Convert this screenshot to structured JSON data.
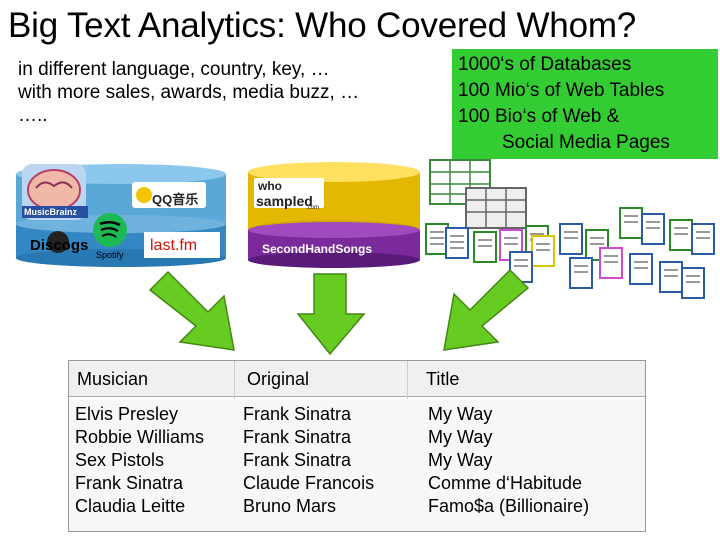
{
  "slide": {
    "title": "Big Text Analytics: Who Covered Whom?",
    "subtitle_lines": [
      "in different language, country, key, …",
      "with more sales, awards, media buzz, …",
      "….."
    ],
    "sources_box": {
      "lines": [
        "1000‘s of Databases",
        "100 Mio‘s of Web Tables",
        "100 Bio‘s of Web &",
        "Social Media Pages"
      ],
      "color": "#33cc33"
    },
    "logos": {
      "musicbrainz": "MusicBrainz",
      "qq": "QQ音乐",
      "spotify": "Spotify",
      "discogs": "Discogs",
      "lastfm": "last.fm",
      "whosampled_top": "who",
      "whosampled_bottom": "sampled",
      "whosampled_com": ".com",
      "secondhandsongs": "SecondHandSongs"
    },
    "arrow_color": "#66cc22",
    "table": {
      "headers": [
        "Musician",
        "Original",
        "Title"
      ],
      "rows": [
        [
          "Elvis Presley",
          "Frank Sinatra",
          "My Way"
        ],
        [
          "Robbie Williams",
          "Frank Sinatra",
          "My Way"
        ],
        [
          "Sex Pistols",
          "Frank Sinatra",
          "My Way"
        ],
        [
          "Frank Sinatra",
          "Claude Francois",
          "Comme d‘Habitude"
        ],
        [
          "Claudia Leitte",
          "Bruno Mars",
          "Famo$a (Billionaire)"
        ],
        [
          ". . . . .",
          ". . . . .",
          ". . . . ."
        ]
      ]
    }
  }
}
